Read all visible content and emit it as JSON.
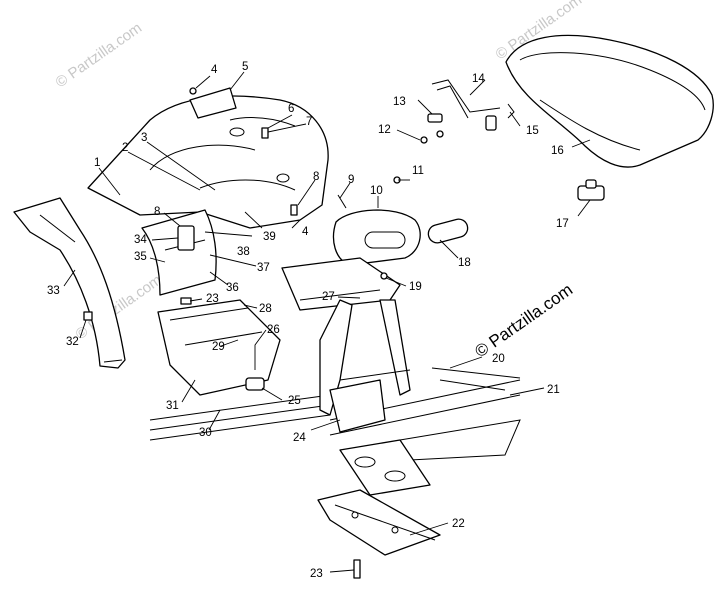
{
  "watermark": {
    "main": "© Partzilla.com",
    "faint": "© Partzilla.com"
  },
  "callouts": {
    "c1": "1",
    "c2": "2",
    "c3": "3",
    "c4a": "4",
    "c4b": "4",
    "c5": "5",
    "c6": "6",
    "c7": "7",
    "c8a": "8",
    "c8b": "8",
    "c9": "9",
    "c10": "10",
    "c11": "11",
    "c12": "12",
    "c13": "13",
    "c14": "14",
    "c15": "15",
    "c16": "16",
    "c17": "17",
    "c18": "18",
    "c19": "19",
    "c20": "20",
    "c21": "21",
    "c22": "22",
    "c23a": "23",
    "c23b": "23",
    "c24": "24",
    "c25": "25",
    "c26": "26",
    "c27": "27",
    "c28": "28",
    "c29": "29",
    "c30": "30",
    "c31": "31",
    "c32": "32",
    "c33": "33",
    "c34": "34",
    "c35": "35",
    "c36": "36",
    "c37": "37",
    "c38": "38",
    "c39": "39"
  }
}
